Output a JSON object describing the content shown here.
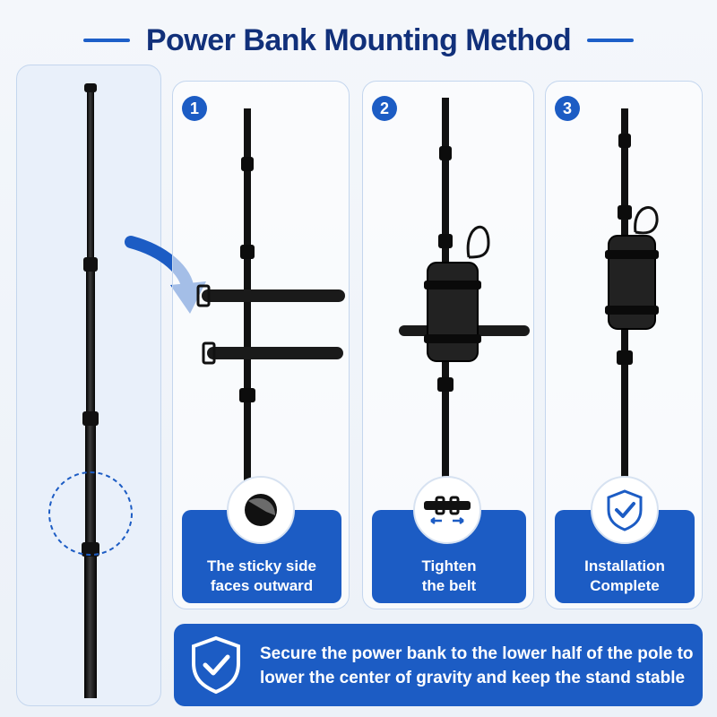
{
  "title": "Power Bank Mounting Method",
  "colors": {
    "primary_blue": "#1c5cc4",
    "title_navy": "#11307a",
    "pole_black": "#111111"
  },
  "steps": [
    {
      "number": "1",
      "caption_line1": "The sticky side",
      "caption_line2": "faces outward",
      "icon": "sticky-pad-icon"
    },
    {
      "number": "2",
      "caption_line1": "Tighten",
      "caption_line2": "the belt",
      "icon": "belt-buckle-icon"
    },
    {
      "number": "3",
      "caption_line1": "Installation",
      "caption_line2": "Complete",
      "icon": "shield-check-icon"
    }
  ],
  "banner": {
    "line1": "Secure the power bank to the lower half of the pole to",
    "line2": "lower the center of gravity and keep the stand stable",
    "icon": "shield-check-icon"
  }
}
